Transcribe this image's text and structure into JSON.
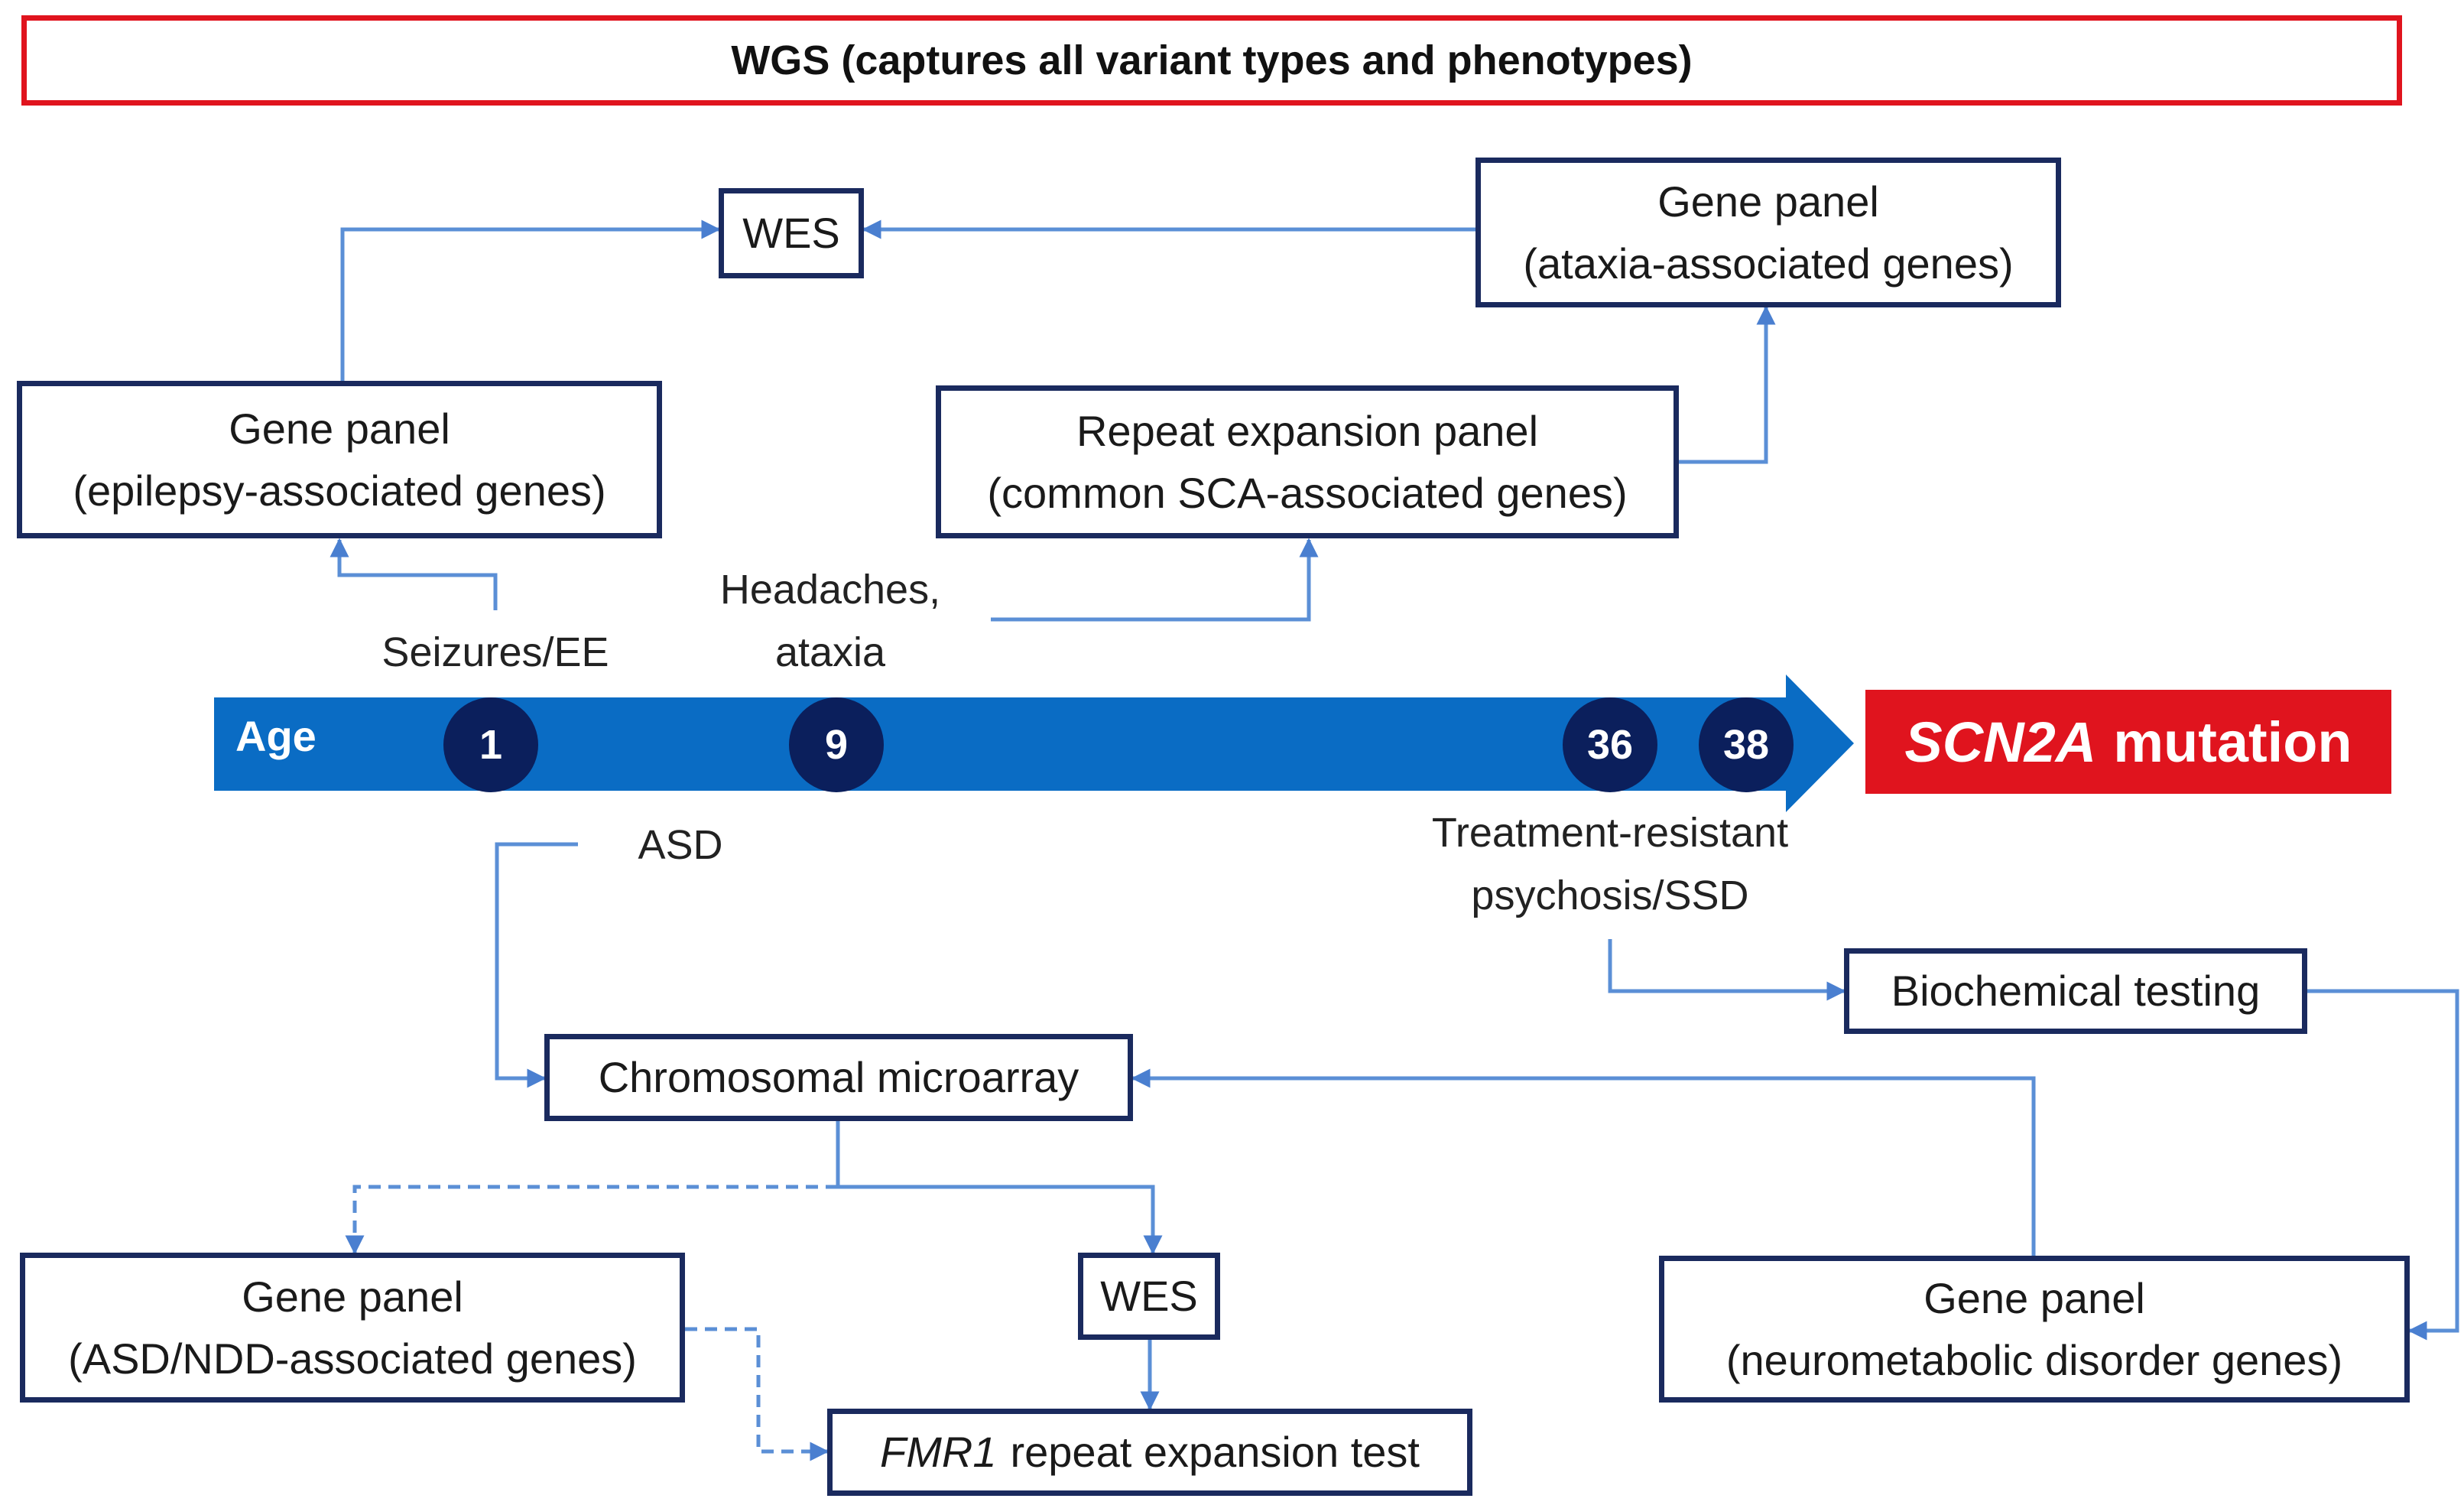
{
  "header": {
    "wgs_label": "WGS (captures all variant types and phenotypes)"
  },
  "timeline": {
    "axis_label": "Age",
    "ages": [
      "1",
      "9",
      "36",
      "38"
    ],
    "arrow_color": "#0a6cc4",
    "marker_color": "#0b1f5c"
  },
  "result": {
    "gene": "SCN2A",
    "text": "mutation",
    "color": "#e0141e"
  },
  "phenotypes": {
    "seizures": "Seizures/EE",
    "headaches_line1": "Headaches,",
    "headaches_line2": "ataxia",
    "asd": "ASD",
    "psychosis_line1": "Treatment-resistant",
    "psychosis_line2": "psychosis/SSD"
  },
  "tests": {
    "wes_top": "WES",
    "ataxia_panel_line1": "Gene panel",
    "ataxia_panel_line2": "(ataxia-associated genes)",
    "epilepsy_panel_line1": "Gene panel",
    "epilepsy_panel_line2": "(epilepsy-associated genes)",
    "repeat_panel_line1": "Repeat expansion panel",
    "repeat_panel_line2": "(common SCA-associated genes)",
    "microarray": "Chromosomal microarray",
    "biochemical": "Biochemical testing",
    "asd_panel_line1": "Gene panel",
    "asd_panel_line2": "(ASD/NDD-associated genes)",
    "wes_bottom": "WES",
    "fmr1_gene": "FMR1",
    "fmr1_rest": "repeat expansion test",
    "neurometabolic_line1": "Gene panel",
    "neurometabolic_line2": "(neurometabolic disorder genes)"
  },
  "colors": {
    "box_border": "#1a2a5e",
    "connector": "#5b8fd6",
    "wgs_border": "#e0141e"
  }
}
